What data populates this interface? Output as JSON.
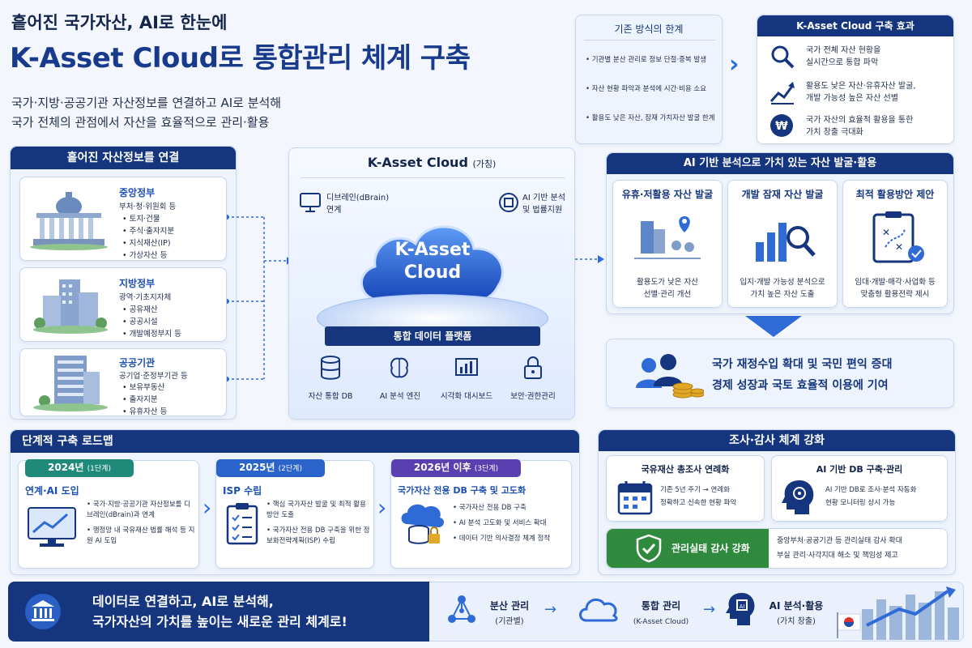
{
  "header": {
    "kicker": "흩어진 국가자산, AI로 한눈에",
    "title": "K-Asset Cloud로 통합관리 체계 구축",
    "subtitle_1": "국가·지방·공공기관 자산정보를 연결하고 AI로 분석해",
    "subtitle_2": "국가 전체의 관점에서 자산을 효율적으로 관리·활용"
  },
  "limits": {
    "title": "기존 방식의 한계",
    "items": [
      "기관별 분산 관리로 정보 단절·중복 발생",
      "자산 현황 파악과 분석에 시간·비용 소요",
      "활용도 낮은 자산, 잠재 가치자산 발굴 한계"
    ]
  },
  "effects": {
    "title": "K-Asset Cloud 구축 효과",
    "items": [
      {
        "icon": "magnifier-icon",
        "line1": "국가 전체 자산 현황을",
        "line2": "실시간으로 통합 파악"
      },
      {
        "icon": "growth-chart-icon",
        "line1": "활용도 낮은 자산·유휴자산 발굴,",
        "line2": "개발 가능성 높은 자산 선별"
      },
      {
        "icon": "won-coin-icon",
        "line1": "국가 자산의 효율적 활용을 통한",
        "line2": "가치 창출 극대화"
      }
    ]
  },
  "connect": {
    "title": "흩어진 자산정보를 연결",
    "orgs": [
      {
        "name": "중앙정부",
        "sub": "부처·청·위원회 등",
        "items": [
          "토지·건물",
          "주식·출자지분",
          "지식재산(IP)",
          "가상자산 등"
        ]
      },
      {
        "name": "지방정부",
        "sub": "광역·기초지자체",
        "items": [
          "공유재산",
          "공공시설",
          "개발예정부지 등"
        ]
      },
      {
        "name": "공공기관",
        "sub": "공기업·준정부기관 등",
        "items": [
          "보유부동산",
          "출자지분",
          "유휴자산 등"
        ]
      }
    ]
  },
  "cloud": {
    "title": "K-Asset Cloud",
    "title_suffix": "(가칭)",
    "dbrain_1": "디브레인(dBrain)",
    "dbrain_2": "연계",
    "ai_1": "AI 기반 분석",
    "ai_2": "및 법률지원",
    "cloud_1": "K-Asset",
    "cloud_2": "Cloud",
    "platform": "통합 데이터 플랫폼",
    "modules": [
      "자산 통합 DB",
      "AI 분석 엔진",
      "시각화 대시보드",
      "보안·권한관리"
    ]
  },
  "ai_discover": {
    "title": "AI 기반 분석으로 가치 있는 자산 발굴·활용",
    "cols": [
      {
        "title": "유휴·저활용 자산 발굴",
        "line1": "활용도가 낮은 자산",
        "line2": "선별·관리 개선"
      },
      {
        "title": "개발 잠재 자산 발굴",
        "line1": "입지·개발 가능성 분석으로",
        "line2": "가치 높은 자산 도출"
      },
      {
        "title": "최적 활용방안 제안",
        "line1": "임대·개발·매각·사업화 등",
        "line2": "맞춤형 활용전략 제시"
      }
    ]
  },
  "outcome": {
    "line1": "국가 재정수입 확대 및 국민 편익 증대",
    "line2": "경제 성장과 국토 효율적 이용에 기여"
  },
  "roadmap": {
    "title": "단계적 구축 로드맵",
    "steps": [
      {
        "year": "2024년",
        "stage": "(1단계)",
        "title": "연계·AI 도입",
        "items": [
          "국가·지방·공공기관 자산정보를 디브레인(dBrain)과 연계",
          "행정망 내 국유재산 법률 해석 등 지원 AI 도입"
        ]
      },
      {
        "year": "2025년",
        "stage": "(2단계)",
        "title": "ISP 수립",
        "items": [
          "핵심 국가자산 발굴 및 최적 활용방안 도출",
          "국가자산 전용 DB 구축을 위한 정보화전략계획(ISP) 수립"
        ]
      },
      {
        "year": "2026년 이후",
        "stage": "(3단계)",
        "title": "국가자산 전용 DB 구축 및 고도화",
        "items": [
          "국가자산 전용 DB 구축",
          "AI 분석 고도화 및 서비스 확대",
          "데이터 기반 의사결정 체계 정착"
        ]
      }
    ]
  },
  "audit": {
    "title": "조사·감사 체계 강화",
    "survey_title": "국유재산 총조사 연례화",
    "survey_1": "기존 5년 주기 → 연례화",
    "survey_2": "정확하고 신속한 현황 파악",
    "aidb_title": "AI 기반 DB 구축·관리",
    "aidb_1": "AI 기반 DB로 조사·분석 자동화",
    "aidb_2": "현황 모니터링 상시 가능",
    "inspect_title": "관리실태 감사 강화",
    "inspect_1": "중앙부처·공공기관 등 관리실태 감사 확대",
    "inspect_2": "부실 관리·사각지대 해소 및 책임성 제고"
  },
  "footer": {
    "line1": "데이터로 연결하고, AI로 분석해,",
    "line2": "국가자산의 가치를 높이는 새로운 관리 체계로!",
    "flow": [
      {
        "label": "분산 관리",
        "sub": "(기관별)"
      },
      {
        "label": "통합 관리",
        "sub": "(K-Asset Cloud)"
      },
      {
        "label": "AI 분석·활용",
        "sub": "(가치 창출)"
      }
    ]
  },
  "colors": {
    "navy": "#15357e",
    "blue": "#2f6bd6",
    "green": "#2f8a3e",
    "bg": "#f3f7fd"
  }
}
